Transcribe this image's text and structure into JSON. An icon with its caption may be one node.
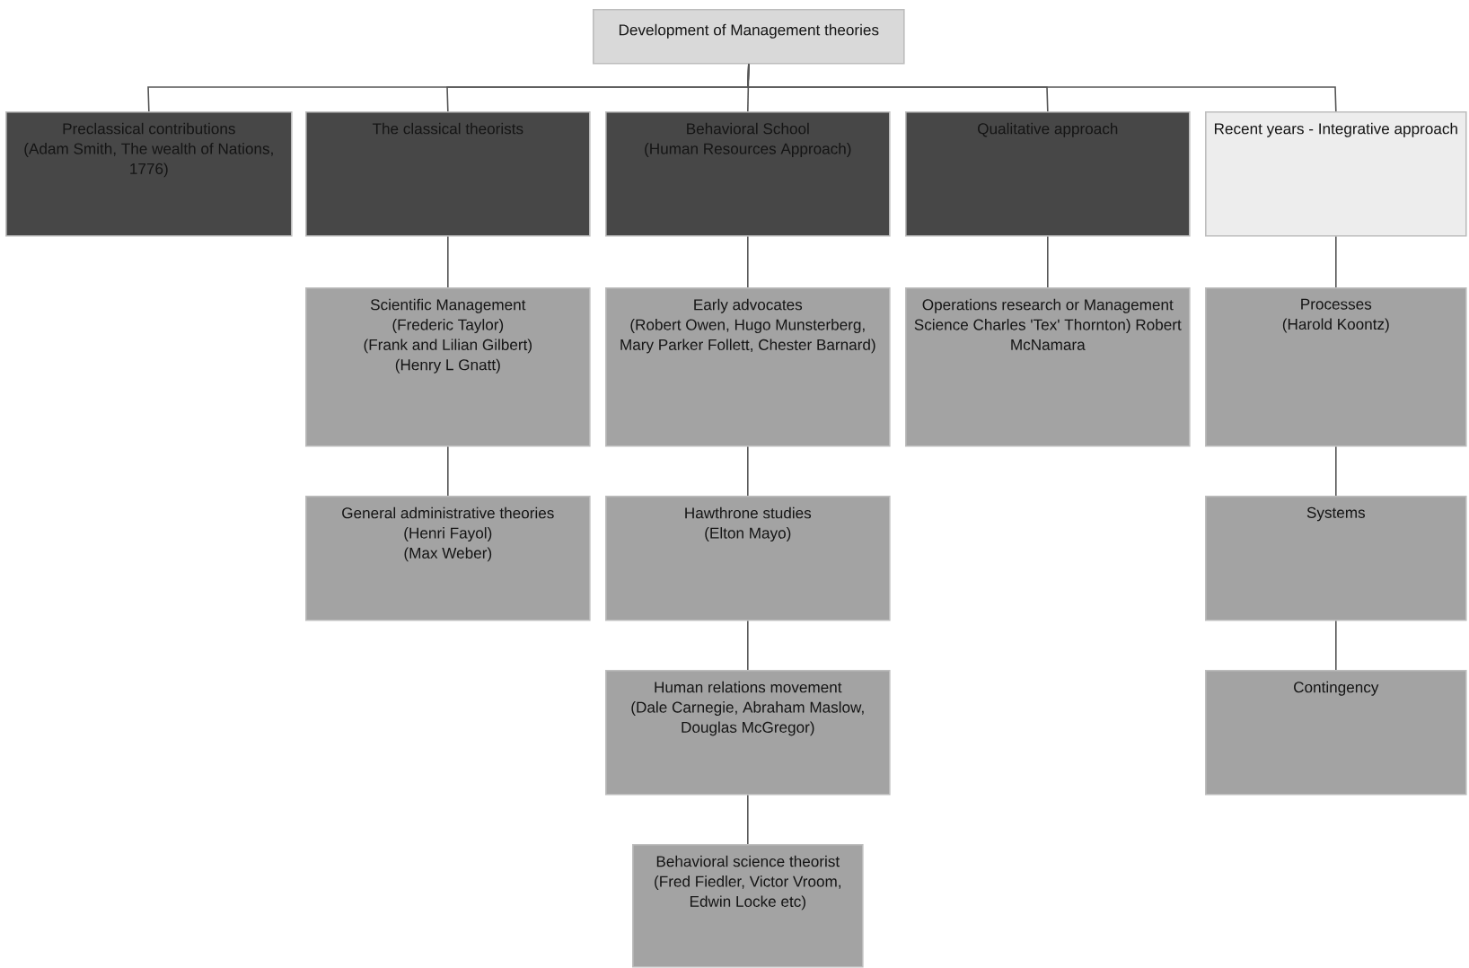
{
  "diagram": {
    "nodes": [
      {
        "text": [
          "Development of Management theories"
        ]
      },
      {
        "text": [
          "Preclassical contributions",
          "(Adam Smith, The wealth of Nations, 1776)"
        ]
      },
      {
        "text": [
          "The classical theorists"
        ]
      },
      {
        "text": [
          "Behavioral School",
          "(Human Resources Approach)"
        ]
      },
      {
        "text": [
          "Qualitative approach"
        ]
      },
      {
        "text": [
          "Recent years - Integrative approach"
        ]
      },
      {
        "text": [
          "Scientific Management",
          "(Frederic Taylor)",
          "(Frank and Lilian Gilbert)",
          "(Henry L Gnatt)"
        ]
      },
      {
        "text": [
          "General administrative theories",
          "(Henri Fayol)",
          "(Max Weber)"
        ]
      },
      {
        "text": [
          "Early advocates",
          "(Robert Owen, Hugo Munsterberg, Mary Parker Follett, Chester Barnard)"
        ]
      },
      {
        "text": [
          "Hawthrone studies",
          "(Elton Mayo)"
        ]
      },
      {
        "text": [
          "Human relations movement",
          "(Dale Carnegie, Abraham Maslow, Douglas McGregor)"
        ]
      },
      {
        "text": [
          "Behavioral science theorist",
          "(Fred Fiedler, Victor Vroom, Edwin Locke etc)"
        ]
      },
      {
        "text": [
          "Operations research or Management Science Charles 'Tex' Thornton) Robert McNamara"
        ]
      },
      {
        "text": [
          "Processes",
          "(Harold Koontz)"
        ]
      },
      {
        "text": [
          "Systems"
        ]
      },
      {
        "text": [
          "Contingency"
        ]
      }
    ],
    "edges": [
      {
        "from": 0,
        "to": 1,
        "arrow": "none"
      },
      {
        "from": 0,
        "to": 2,
        "arrow": "none"
      },
      {
        "from": 0,
        "to": 3,
        "arrow": "none"
      },
      {
        "from": 0,
        "to": 4,
        "arrow": "none"
      },
      {
        "from": 0,
        "to": 5,
        "arrow": "none"
      },
      {
        "from": 2,
        "to": 6,
        "arrow": "none"
      },
      {
        "from": 6,
        "to": 7,
        "arrow": "none"
      },
      {
        "from": 3,
        "to": 8,
        "arrow": "none"
      },
      {
        "from": 8,
        "to": 9,
        "arrow": "none"
      },
      {
        "from": 9,
        "to": 10,
        "arrow": "none"
      },
      {
        "from": 10,
        "to": 11,
        "arrow": "none"
      },
      {
        "from": 4,
        "to": 12,
        "arrow": "none"
      },
      {
        "from": 5,
        "to": 13,
        "arrow": "none"
      },
      {
        "from": 13,
        "to": 14,
        "arrow": "none"
      },
      {
        "from": 14,
        "to": 15,
        "arrow": "none"
      }
    ]
  }
}
